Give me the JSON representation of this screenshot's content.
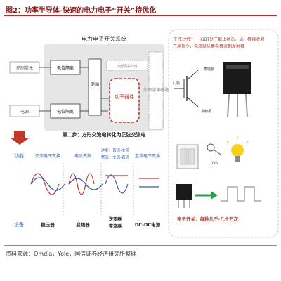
{
  "figure": {
    "title": "图2：功率半导体-快速的电力电子“开关”待优化",
    "source": "资料来源：Omdia，Yole，国信证券经济研究所整理"
  },
  "system_diagram": {
    "title": "电力电子开关系统",
    "control_unit": "控制单元",
    "power_source": "电源",
    "isolation": "电位隔离",
    "driver": "驱动",
    "internal_monitor": "内部保护元件",
    "power_device": "功率器件",
    "external_circuit": "外部缓冲电路"
  },
  "step_two": "第二步：方形交流电转化为正弦交流电",
  "functions": {
    "row_label": "功能",
    "items": [
      "交流电压变换",
      "电流变频",
      "逆变：直流-交流\n整流：交流-直流",
      "直流电压变换"
    ]
  },
  "devices": {
    "row_label": "设备",
    "items": [
      "稳压器",
      "变频器",
      "逆变器\n整流器",
      "DC-DC电源"
    ]
  },
  "working_process": {
    "heading": "工作过程：",
    "text": "IGBT处于截止状态，当门极接收到开通指令，电流就从集电极流到发射极",
    "collector_label": "集电极",
    "gate_label": "门极",
    "emitter_label": "发射极",
    "switch_label": "ON",
    "switch_frequency": "电子开关：每秒几千-几十万次"
  },
  "colors": {
    "accent_red": "#c0392b",
    "blue_wave": "#2e5cb8",
    "panel_gray": "#e6e6e6"
  }
}
